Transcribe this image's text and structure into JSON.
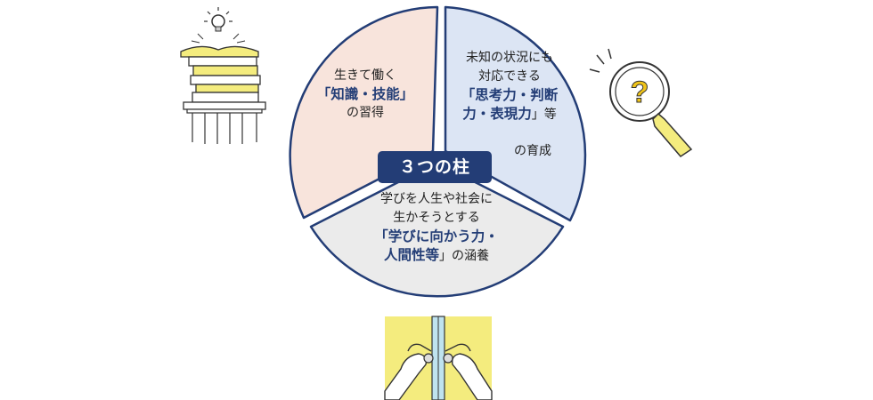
{
  "pillars": {
    "knowledge": {
      "line1": "生きて働く",
      "emphasis": "「知識・技能」",
      "line3": "の習得"
    },
    "thinking": {
      "line1": "未知の状況にも",
      "line2": "対応できる",
      "emphasis1": "「思考力・判断",
      "emphasis2": "力・表現力",
      "suffix2": "」等",
      "line5": "の育成"
    },
    "learning": {
      "line1": "学びを人生や社会に",
      "line2": "生かそうとする",
      "emphasis1": "「学びに向かう力・",
      "emphasis2": "人間性等",
      "suffix2": "」の涵養"
    }
  },
  "center": {
    "label": "３つの柱"
  },
  "colors": {
    "knowledge_fill": "#f8e4dc",
    "thinking_fill": "#dce5f4",
    "learning_fill": "#ebebeb",
    "outline": "#233d76",
    "accent_yellow": "#f4ec7e"
  },
  "icons": [
    "books-lightbulb-icon",
    "magnifier-question-icon",
    "door-handles-icon"
  ]
}
